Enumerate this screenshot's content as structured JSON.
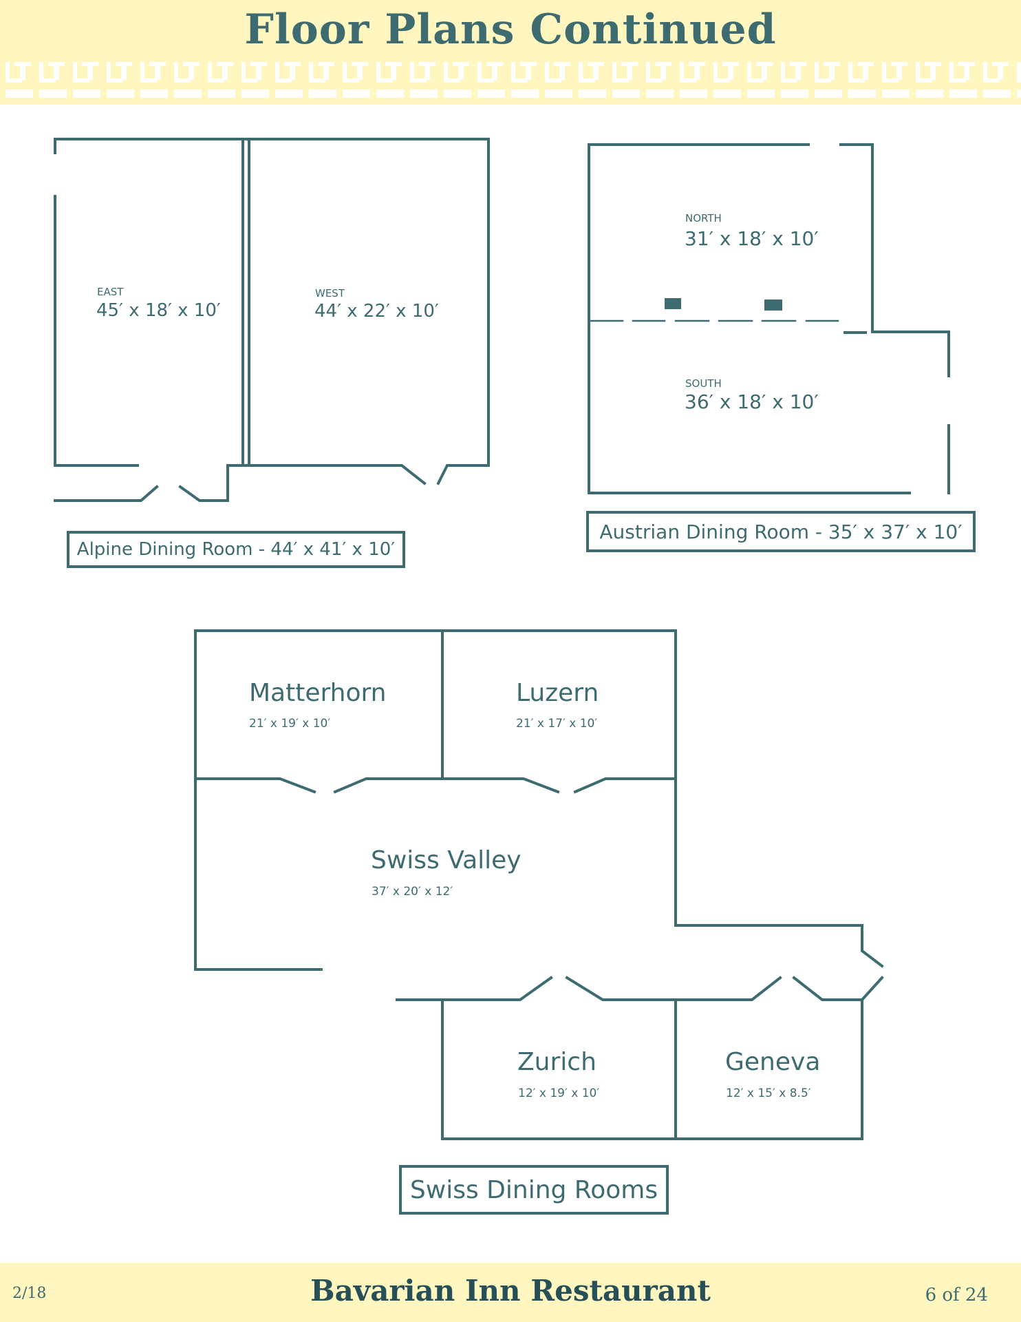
{
  "header": {
    "title": "Floor Plans Continued"
  },
  "alpine": {
    "east_label": "EAST",
    "east_dims": "45′ x 18′ x 10′",
    "west_label": "WEST",
    "west_dims": "44′ x 22′ x 10′",
    "caption": "Alpine Dining Room - 44′ x 41′ x 10′"
  },
  "austrian": {
    "north_label": "NORTH",
    "north_dims": "31′ x 18′ x 10′",
    "south_label": "SOUTH",
    "south_dims": "36′ x 18′ x 10′",
    "caption": "Austrian Dining Room - 35′ x 37′ x 10′"
  },
  "swiss": {
    "rooms": [
      {
        "name": "Matterhorn",
        "dims": "21′ x 19′ x 10′"
      },
      {
        "name": "Luzern",
        "dims": "21′ x 17′ x 10′"
      },
      {
        "name": "Swiss Valley",
        "dims": "37′ x 20′ x 12′"
      },
      {
        "name": "Zurich",
        "dims": "12′ x 19′ x 10′"
      },
      {
        "name": "Geneva",
        "dims": "12′ x 15′ x 8.5′"
      }
    ],
    "caption": "Swiss Dining Rooms"
  },
  "footer": {
    "date": "2/18",
    "brand": "Bavarian Inn Restaurant",
    "page": "6 of 24"
  },
  "colors": {
    "primary": "#3d6b70",
    "band": "#fff7bf",
    "background": "#ffffff"
  }
}
